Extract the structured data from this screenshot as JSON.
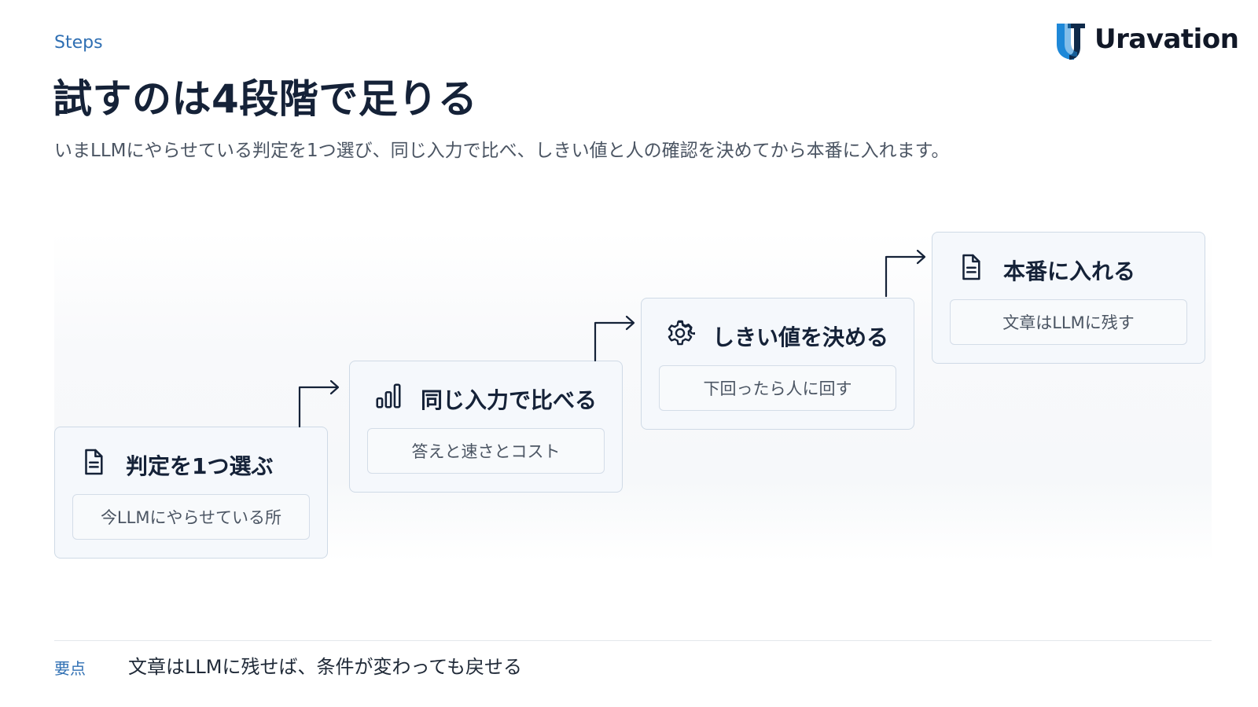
{
  "header": {
    "eyebrow": "Steps",
    "title": "試すのは4段階で足りる",
    "subtitle": "いまLLMにやらせている判定を1つ選び、同じ入力で比べ、しきい値と人の確認を決めてから本番に入れます。"
  },
  "logo": {
    "text": "Uravation",
    "colors": {
      "mark_blue": "#1e88d8",
      "mark_navy": "#0f2a4a"
    }
  },
  "steps": [
    {
      "icon": "document-icon",
      "title": "判定を1つ選ぶ",
      "detail": "今LLMにやらせている所"
    },
    {
      "icon": "bar-chart-icon",
      "title": "同じ入力で比べる",
      "detail": "答えと速さとコスト"
    },
    {
      "icon": "gear-icon",
      "title": "しきい値を決める",
      "detail": "下回ったら人に回す"
    },
    {
      "icon": "document-icon",
      "title": "本番に入れる",
      "detail": "文章はLLMに残す"
    }
  ],
  "footer": {
    "label": "要点",
    "text": "文章はLLMに残せば、条件が変わっても戻せる"
  },
  "colors": {
    "accent": "#2f6fb3",
    "title": "#152238",
    "card_bg": "#f5f8fc",
    "card_border": "#cfdae6"
  }
}
